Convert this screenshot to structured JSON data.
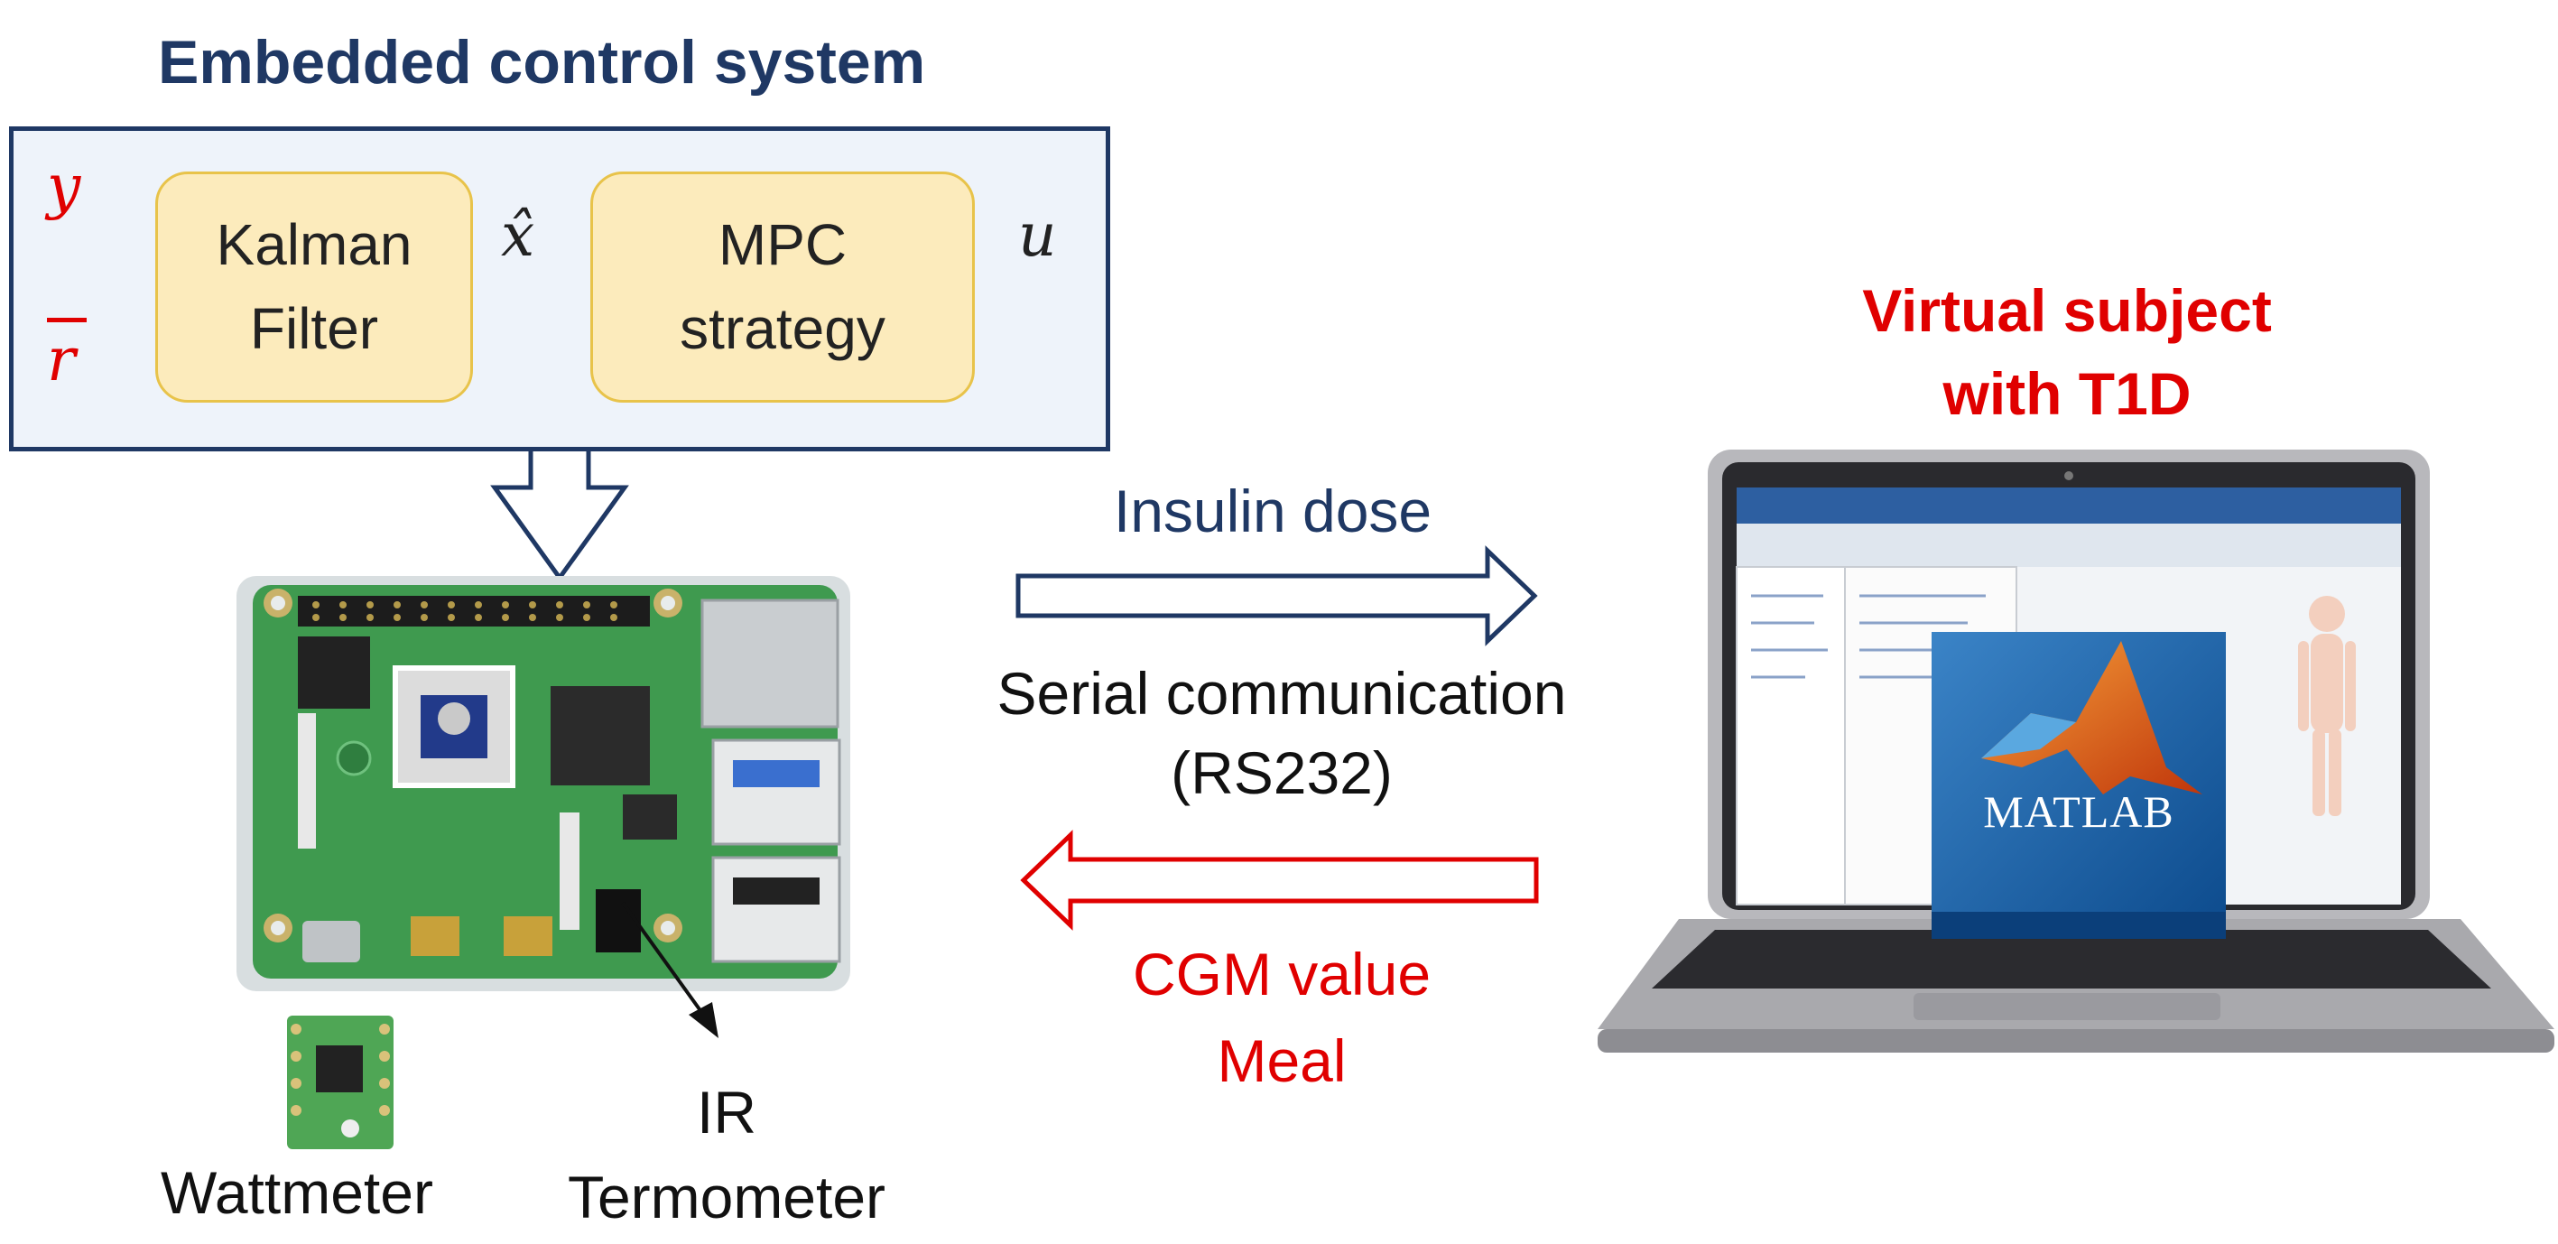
{
  "diagram": {
    "embedded_system": {
      "title": "Embedded control system",
      "input_y": "y",
      "input_r": "r",
      "kalman": {
        "line1": "Kalman",
        "line2": "Filter"
      },
      "state_estimate": "x̂",
      "mpc": {
        "line1": "MPC",
        "line2": "strategy"
      },
      "output_u": "u"
    },
    "link": {
      "forward_label": "Insulin dose",
      "protocol_line1": "Serial communication",
      "protocol_line2": "(RS232)",
      "return_line1": "CGM value",
      "return_line2": "Meal"
    },
    "virtual_subject": {
      "line1": "Virtual subject",
      "line2": "with T1D"
    },
    "software_logo": "MATLAB",
    "sensors": {
      "wattmeter": "Wattmeter",
      "ir_line1": "IR",
      "ir_line2": "Termometer"
    },
    "colors": {
      "navy": "#1f3864",
      "red": "#e00000",
      "block_fill": "#fcebbc",
      "block_border": "#e8c34a",
      "arrow_blue": "#2e5597"
    }
  }
}
